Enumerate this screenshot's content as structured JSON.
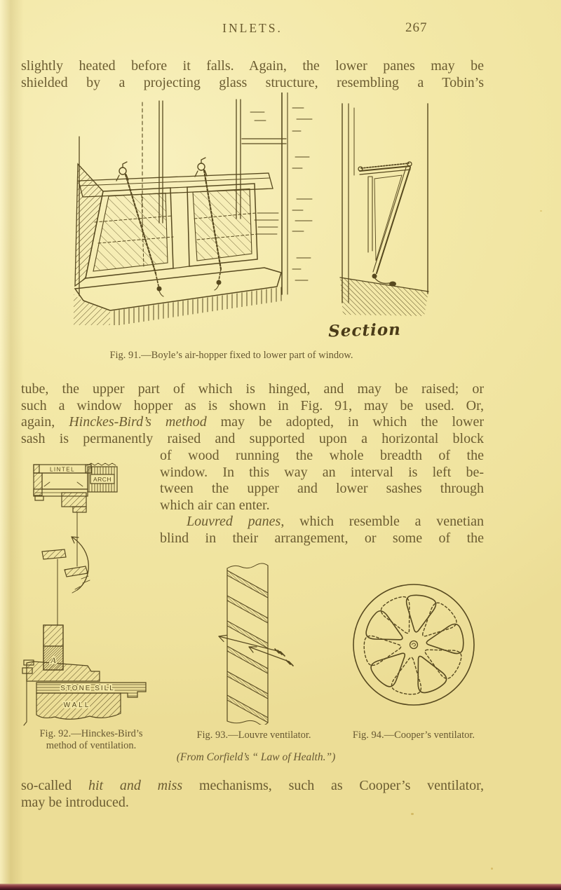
{
  "page": {
    "colors": {
      "page_background": "#f3e8a7",
      "text_ink": "#6b5c31",
      "figure_ink": "#57491f",
      "book_edge": "#6a2531"
    },
    "header": {
      "running_title": "INLETS.",
      "folio": "267"
    },
    "paragraphs": {
      "p1": [
        [
          {
            "t": "slightly heated before it falls.  Again, the lower panes may be"
          }
        ],
        [
          {
            "t": "shielded by a projecting glass structure, resembling a Tobin’s"
          }
        ]
      ],
      "p2": [
        [
          {
            "t": "tube, the upper part of which is hinged, and may be raised; or"
          }
        ],
        [
          {
            "t": "such a window hopper as is shown in Fig. 91, may be used.  Or,"
          }
        ],
        [
          {
            "t": "again, "
          },
          {
            "t": "Hinckes-Bird’s method",
            "i": true
          },
          {
            "t": " may be adopted, in which the lower"
          }
        ],
        [
          {
            "t": "sash is permanently raised and supported upon a horizontal block"
          }
        ]
      ],
      "p3": [
        [
          {
            "t": "of wood running the whole breadth of the"
          }
        ],
        [
          {
            "t": "window.  In this way an interval is left be-"
          }
        ],
        [
          {
            "t": "tween the upper and lower sashes through"
          }
        ],
        [
          {
            "t": "which air can enter."
          }
        ],
        [
          {
            "t": "Louvred panes",
            "i": true
          },
          {
            "t": ", which resemble a venetian"
          }
        ],
        [
          {
            "t": "blind in their arrangement, or some of the"
          }
        ]
      ],
      "p4": [
        [
          {
            "t": "so-called "
          },
          {
            "t": "hit and miss",
            "i": true
          },
          {
            "t": " mechanisms, such as Cooper’s ventilator,"
          }
        ],
        [
          {
            "t": "may be introduced."
          }
        ]
      ]
    },
    "figures": {
      "fig91": {
        "section_label": "Section",
        "caption": "Fig. 91.—Boyle’s air-hopper fixed to lower part of window."
      },
      "fig92": {
        "caption_line1": "Fig. 92.—Hinckes-Bird’s",
        "caption_line2": "method of ventilation.",
        "labels": {
          "lintel": "LINTEL",
          "arch": "ARCH",
          "a": "A",
          "stone_sill": "STONE SILL",
          "wall": "WALL"
        }
      },
      "fig93": {
        "caption": "Fig. 93.—Louvre ventilator."
      },
      "fig94": {
        "caption": "Fig. 94.—Cooper’s ventilator."
      },
      "source": "(From Corfield’s “ Law of Health.”)"
    }
  }
}
